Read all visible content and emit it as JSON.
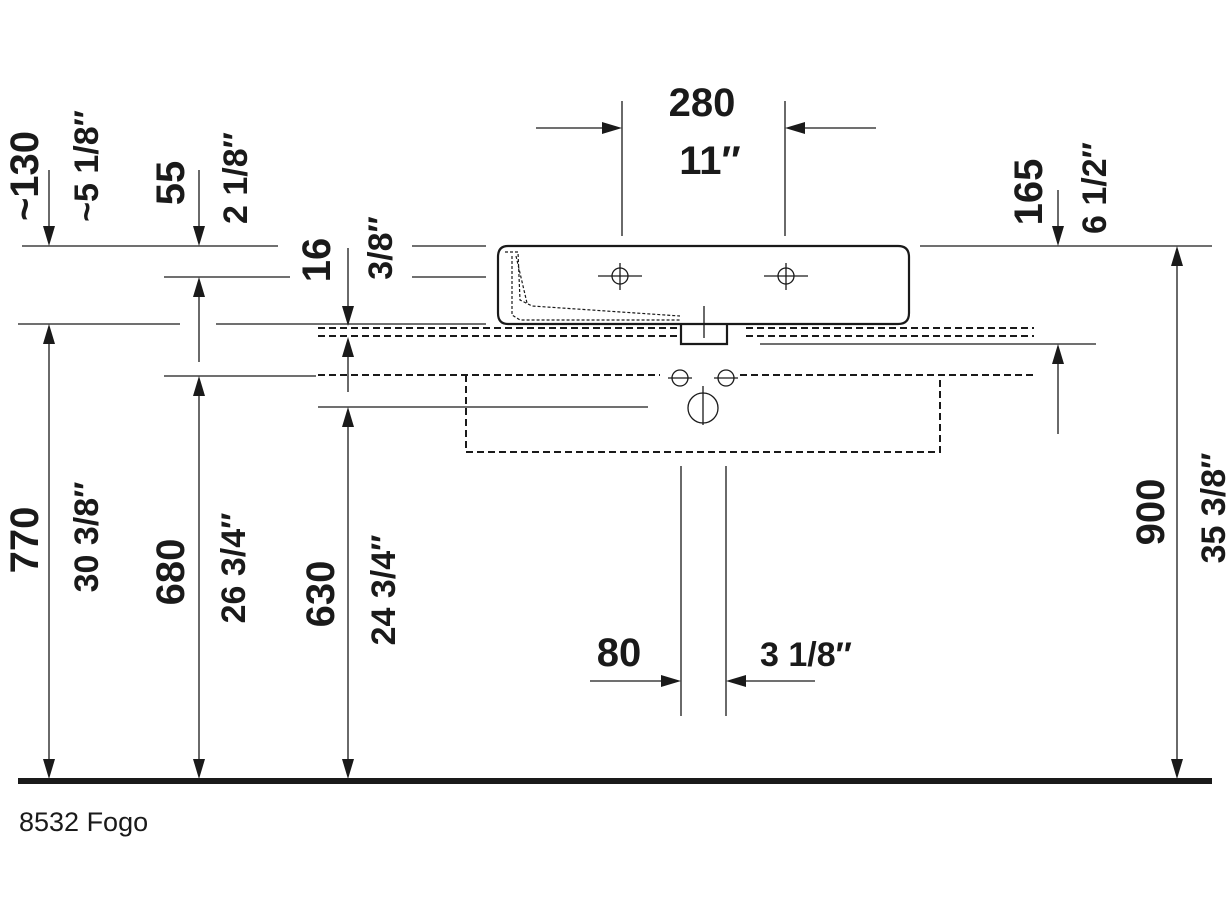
{
  "drawing": {
    "caption": "8532 Fogo",
    "dimensions": {
      "top_width_mm": "280",
      "top_width_in": "11″",
      "overflow_depth_mm": "~130",
      "overflow_depth_in": "~5 1/8″",
      "rim_offset_mm": "55",
      "rim_offset_in": "2 1/8″",
      "shelf_gap_mm": "16",
      "shelf_gap_in": "3/8″",
      "right_height_mm": "165",
      "right_height_in": "6 1/2″",
      "height_770_mm": "770",
      "height_770_in": "30 3/8″",
      "height_680_mm": "680",
      "height_680_in": "26 3/4″",
      "height_630_mm": "630",
      "height_630_in": "24 3/4″",
      "height_900_mm": "900",
      "height_900_in": "35 3/8″",
      "waste_width_mm": "80",
      "waste_width_in": "3 1/8″"
    }
  }
}
